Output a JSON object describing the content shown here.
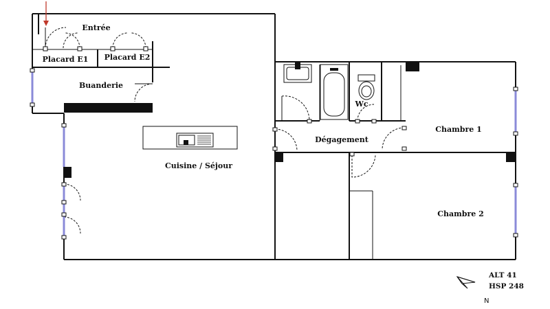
{
  "plan": {
    "rooms": {
      "entree": "Entrée",
      "placard_e1": "Placard E1",
      "placard_e2": "Placard E2",
      "buanderie": "Buanderie",
      "cuisine_sejour": "Cuisine / Séjour",
      "degagement": "Dégagement",
      "wc": "Wc",
      "chambre_1": "Chambre 1",
      "chambre_2": "Chambre 2"
    },
    "info": {
      "alt": "ALT 41",
      "hsp": "HSP 248",
      "north": "N"
    },
    "icons": {
      "entry_arrow": "entry-arrow-icon",
      "compass": "north-compass-icon",
      "sink": "sink-icon",
      "bathtub": "bathtub-icon",
      "toilet": "toilet-icon",
      "kitchen_sink": "kitchen-sink-icon"
    },
    "colors": {
      "wall": "#111111",
      "window": "#8a8ad8",
      "entry_arrow": "#c0392b"
    }
  }
}
